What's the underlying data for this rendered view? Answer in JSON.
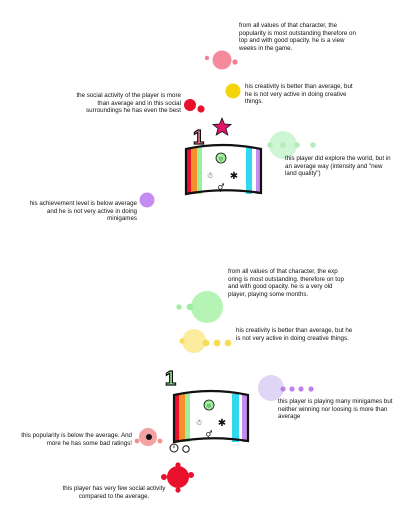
{
  "profile_1": {
    "popularity_note": "from all values of that character, the popularity is most outstanding therefore on top and with good opacity. he is a view weeks in the game.",
    "creativity_note": "his creativity is better than average, but he is not very active in doing creative things.",
    "social_note": "the social activity of the player is more than average and in this social surroundings he has even the best",
    "exploration_note": "this player did explore the world, but in an average way (intensity and \"new land quality\")",
    "achievement_note": "his achievement level is below average and he is not very active in doing minigames",
    "level_digit": "1"
  },
  "profile_2": {
    "experience_note": "from all values of that character, the exp oring is most outstanding. therefore on top and with good opacity. he is a very old player, playing some months.",
    "creativity_note": "his creativity is better than average, but he is not very active in doing creative things.",
    "minigames_note": "this player is playing many minigames but neither winning nor loosing is more than average",
    "popularity_note": "this popularity is below the average. And more he has some bad ratings!",
    "social_note": "this player has very few social activity compared to the average.",
    "level_digit": "1"
  },
  "colors": {
    "pink": "#f47d92",
    "yellow": "#f5d40c",
    "red": "#e8102a",
    "pale_green": "#c7f5cc",
    "lavender": "#c48cf0",
    "green": "#9cf09c",
    "pale_yellow": "#fbeb99",
    "pale_lavender": "#dcd0f4",
    "purple": "#c080ec",
    "salmon": "#f29090",
    "orange": "#f5902c",
    "cyan": "#30d8f0",
    "magenta_star": "#e0156a"
  }
}
